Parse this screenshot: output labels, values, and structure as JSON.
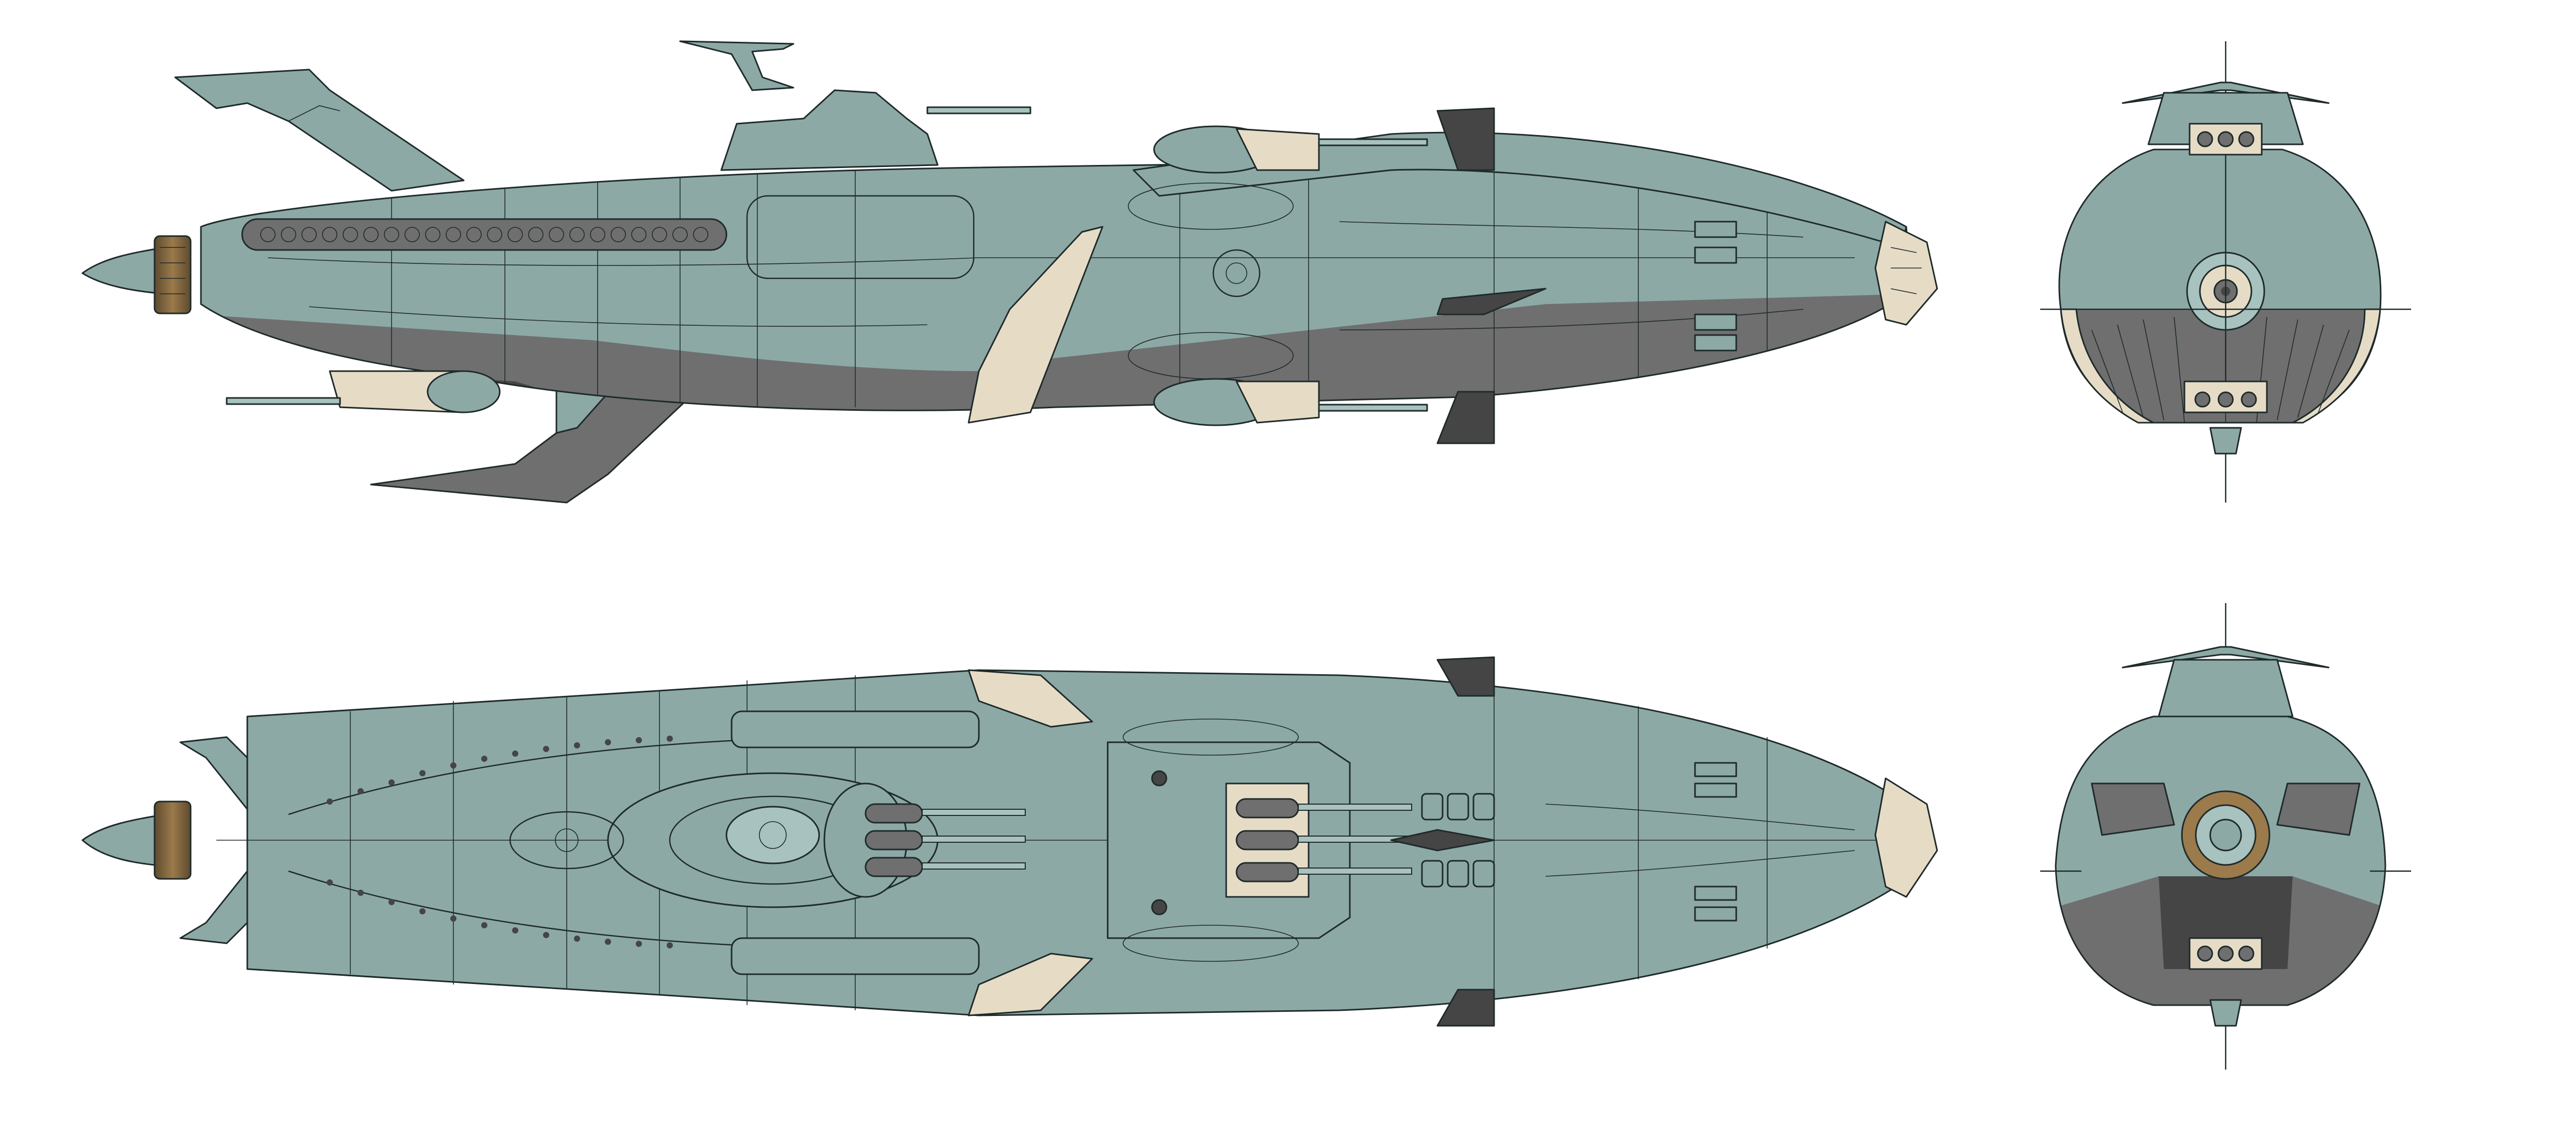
{
  "palette": {
    "hull": "#8ca9a6",
    "hull_light": "#a7c2bf",
    "hull_shadow": "#6f6f6f",
    "hull_dark": "#454545",
    "armor_accent": "#e6dcc6",
    "engine_bronze": "#9b7a4b",
    "engine_dark": "#5e4a2e",
    "outline": "#1f2a2a",
    "background": "#ffffff"
  },
  "views": [
    {
      "id": "side",
      "icon": "side-elevation-view"
    },
    {
      "id": "top",
      "icon": "plan-view"
    },
    {
      "id": "front",
      "icon": "bow-elevation-view"
    },
    {
      "id": "rear",
      "icon": "stern-elevation-view"
    }
  ]
}
